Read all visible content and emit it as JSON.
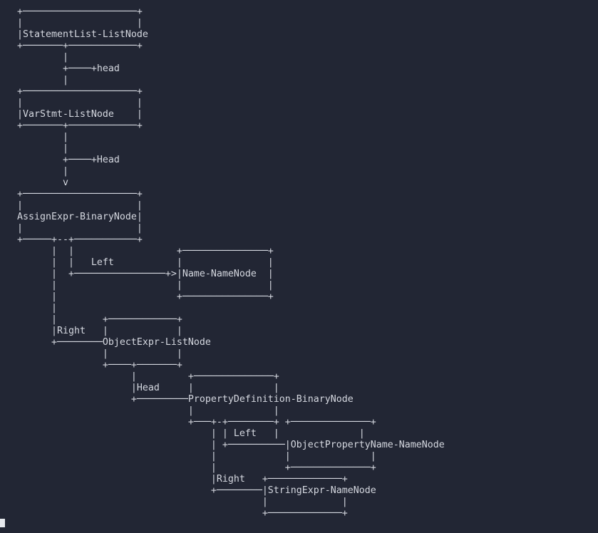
{
  "terminal": {
    "colors": {
      "background": "#222634",
      "foreground": "#d5d8e0",
      "cursor": "#e6e9ee"
    },
    "cursor_visible": true,
    "ascii_lines": [
      "   +────────────────────+",
      "   |                    |",
      "   |StatementList-ListNode",
      "   +───────+────────────+",
      "           |",
      "           +────+head",
      "           |",
      "   +────────────────────+",
      "   |                    |",
      "   |VarStmt-ListNode    |",
      "   +───────+────────────+",
      "           |",
      "           |",
      "           +────+Head",
      "           |",
      "           v",
      "   +────────────────────+",
      "   |                    |",
      "   AssignExpr-BinaryNode|",
      "   |                    |",
      "   +─────+--+───────────+",
      "         |  |                  +───────────────+",
      "         |  |   Left           |               |",
      "         |  +────────────────+>|Name-NameNode  |",
      "         |                     |               |",
      "         |                     +───────────────+",
      "         |",
      "         |        +────────────+",
      "         |Right   |            |",
      "         +────────ObjectExpr-ListNode",
      "                  |            |",
      "                  +────+───────+",
      "                       |         +──────────────+",
      "                       |Head     |              |",
      "                       +─────────PropertyDefinition-BinaryNode",
      "                                 |              |",
      "                                 +───+-+────────+ +──────────────+",
      "                                     | | Left   |              |",
      "                                     | +──────────|ObjectPropertyName-NameNode",
      "                                     |            |              |",
      "                                     |            +──────────────+",
      "                                     |Right   +─────────────+",
      "                                     +────────|StringExpr-NameNode",
      "                                              |             |",
      "                                              +─────────────+"
    ]
  },
  "ast_diagram": {
    "nodes": [
      "StatementList-ListNode",
      "VarStmt-ListNode",
      "AssignExpr-BinaryNode",
      "Name-NameNode",
      "ObjectExpr-ListNode",
      "PropertyDefinition-BinaryNode",
      "ObjectPropertyName-NameNode",
      "StringExpr-NameNode"
    ],
    "edges": [
      {
        "from": "StatementList-ListNode",
        "label": "head",
        "to": "VarStmt-ListNode"
      },
      {
        "from": "VarStmt-ListNode",
        "label": "Head",
        "to": "AssignExpr-BinaryNode"
      },
      {
        "from": "AssignExpr-BinaryNode",
        "label": "Left",
        "to": "Name-NameNode"
      },
      {
        "from": "AssignExpr-BinaryNode",
        "label": "Right",
        "to": "ObjectExpr-ListNode"
      },
      {
        "from": "ObjectExpr-ListNode",
        "label": "Head",
        "to": "PropertyDefinition-BinaryNode"
      },
      {
        "from": "PropertyDefinition-BinaryNode",
        "label": "Left",
        "to": "ObjectPropertyName-NameNode"
      },
      {
        "from": "PropertyDefinition-BinaryNode",
        "label": "Right",
        "to": "StringExpr-NameNode"
      }
    ]
  }
}
